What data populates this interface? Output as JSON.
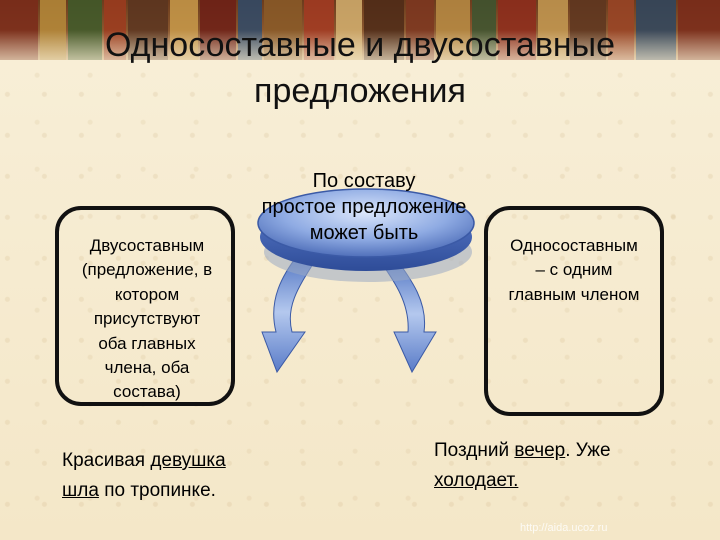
{
  "title": {
    "line1": "Односоставные и двусоставные",
    "line2": "предложения"
  },
  "center": {
    "line1": "По составу",
    "line2": "простое предложение",
    "line3": "может быть"
  },
  "left_box": {
    "lines": [
      "Двусоставным",
      "(предложение, в",
      "котором",
      "присутствуют",
      "оба главных",
      "члена, оба",
      "состава)"
    ]
  },
  "right_box": {
    "lines": [
      "Односоставным",
      "– с одним",
      "главным членом"
    ]
  },
  "example_left": {
    "w1": "Красивая",
    "w2": "девушка",
    "w3": "шла",
    "w4": "по тропинке."
  },
  "example_right": {
    "w1": "Поздний",
    "w2": "вечер",
    "w3": ". Уже",
    "w4": "холодает."
  },
  "watermark": "http://aida.ucoz.ru",
  "colors": {
    "background": "#f6ecd2",
    "disc_fill": "#6f90d4",
    "disc_light": "#b9cdf2",
    "arrow_fill": "#7b9bd8",
    "box_border": "#111111"
  }
}
